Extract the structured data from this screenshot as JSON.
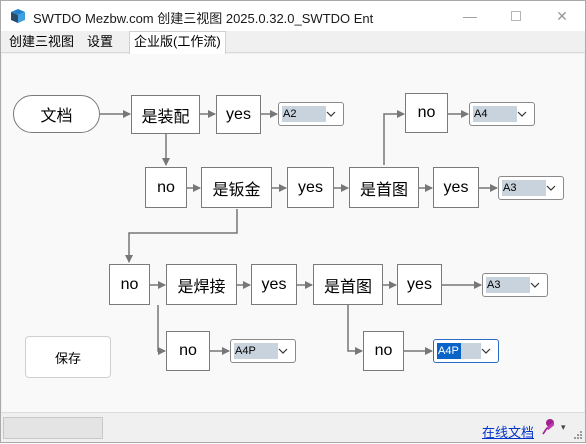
{
  "window": {
    "title": "SWTDO Mezbw.com 创建三视图  2025.0.32.0_SWTDO Ent",
    "minimize_glyph": "—",
    "close_glyph": "✕"
  },
  "tabs": [
    "创建三视图",
    "设置",
    "企业版(工作流)"
  ],
  "flow": {
    "start": "文档",
    "q_assembly": "是装配",
    "yes1": "yes",
    "no_top": "no",
    "no1": "no",
    "q_sheetmetal": "是钣金",
    "yes2": "yes",
    "q_first_view1": "是首图",
    "yes3": "yes",
    "no2": "no",
    "q_weld": "是焊接",
    "yes4": "yes",
    "q_first_view2": "是首图",
    "yes5": "yes",
    "no3": "no",
    "no4": "no"
  },
  "combos": {
    "assembly_yes": "A2",
    "first_view1_no": "A4",
    "first_view1_yes": "A3",
    "first_view2_yes": "A3",
    "weld_no": "A4P",
    "first_view2_no": "A4P"
  },
  "buttons": {
    "save": "保存"
  },
  "status": {
    "doc_link": "在线文档",
    "dropdown_glyph": "▾"
  },
  "colors": {
    "connector": "#777777",
    "selection": "#0a64c8",
    "link": "#0033cc"
  }
}
